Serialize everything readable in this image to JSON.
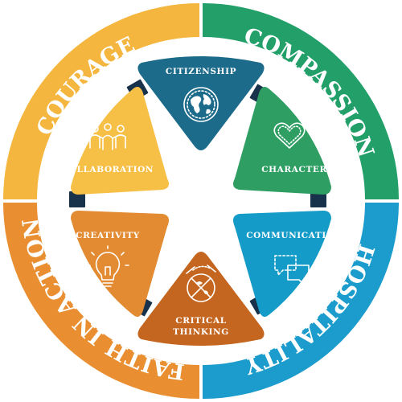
{
  "colors": {
    "courage": "#F4B63F",
    "compassion": "#23A06A",
    "hospitality": "#1B9CCC",
    "faith_in_action": "#E98F32",
    "citizenship": "#1C6B8A",
    "character": "#2E9E63",
    "communication": "#149BC7",
    "critical_thinking": "#C4661F",
    "creativity": "#E28B32",
    "collaboration": "#F6BF45",
    "connector": "#17324A"
  },
  "ring": {
    "top_left": "COURAGE",
    "top_right": "COMPASSION",
    "bottom_right": "HOSPITALITY",
    "bottom_left": "FAITH IN ACTION"
  },
  "segments": {
    "citizenship": {
      "label": "CITIZENSHIP",
      "icon": "globe-icon"
    },
    "character": {
      "label": "CHARACTER",
      "icon": "heart-icon"
    },
    "communication": {
      "label": "COMMUNICATION",
      "icon": "speech-bubbles-icon"
    },
    "critical_thinking": {
      "line1": "CRITICAL",
      "line2": "THINKING",
      "icon": "puzzle-head-icon"
    },
    "creativity": {
      "label": "CREATIVITY",
      "icon": "lightbulb-icon"
    },
    "collaboration": {
      "label": "COLLABORATION",
      "icon": "people-group-icon"
    }
  }
}
